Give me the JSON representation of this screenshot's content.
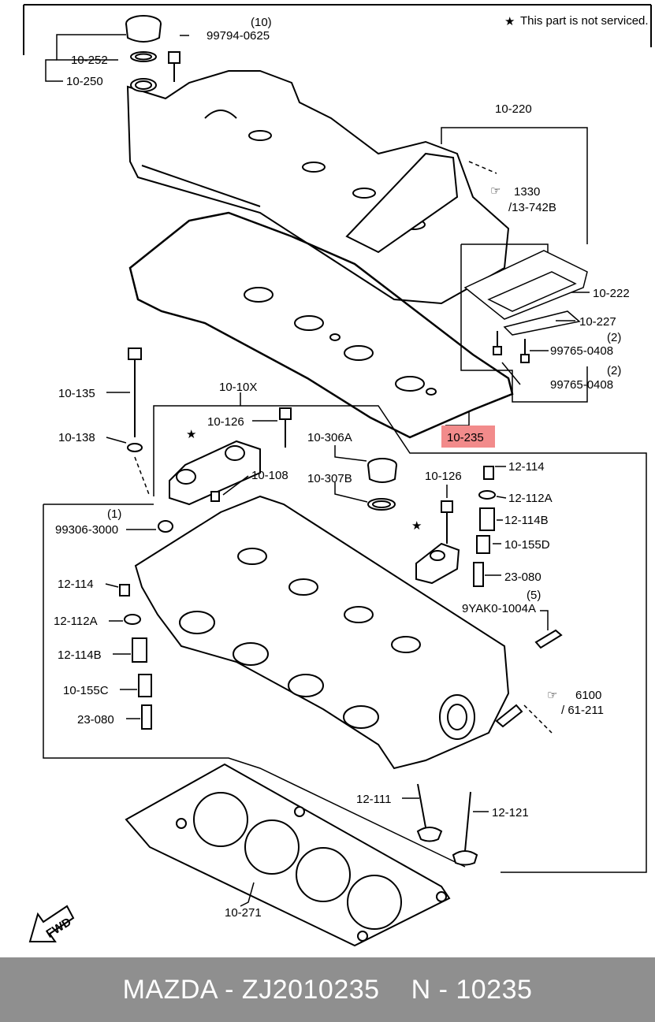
{
  "note": {
    "symbol": "★",
    "text": "This part is not serviced."
  },
  "callouts": {
    "c10_252": "10-252",
    "c10_250": "10-250",
    "c99794_qty": "(10)",
    "c99794": "99794-0625",
    "c10_220": "10-220",
    "c1330": "1330",
    "c13_742b": "/13-742B",
    "c10_222": "10-222",
    "c10_227": "10-227",
    "c99765a_qty": "(2)",
    "c99765a": "99765-0408",
    "c99765b_qty": "(2)",
    "c99765b": "99765-0408",
    "c10_135": "10-135",
    "c10_138": "10-138",
    "c10_10x": "10-10X",
    "c10_126a": "10-126",
    "c10_108": "10-108",
    "c10_306a": "10-306A",
    "c10_307b": "10-307B",
    "c10_126b": "10-126",
    "c12_114a": "12-114",
    "c12_112a_r": "12-112A",
    "c12_114b_r": "12-114B",
    "c10_155d": "10-155D",
    "c23_080_r": "23-080",
    "c9yak_qty": "(5)",
    "c9yak": "9YAK0-1004A",
    "c99306_qty": "(1)",
    "c99306": "99306-3000",
    "c12_114_l": "12-114",
    "c12_112a_l": "12-112A",
    "c12_114b_l": "12-114B",
    "c10_155c": "10-155C",
    "c23_080_l": "23-080",
    "c6100": "6100",
    "c61_211": "/ 61-211",
    "c12_111": "12-111",
    "c12_121": "12-121",
    "c10_271": "10-271",
    "highlight": "10-235",
    "fwd": "FWD"
  },
  "footer": {
    "brand": "MAZDA - ZJ2010235",
    "part": "N - 10235"
  },
  "colors": {
    "highlight": "#f28b8b",
    "footer_bg": "#8f8f8f",
    "footer_text": "#ffffff"
  }
}
